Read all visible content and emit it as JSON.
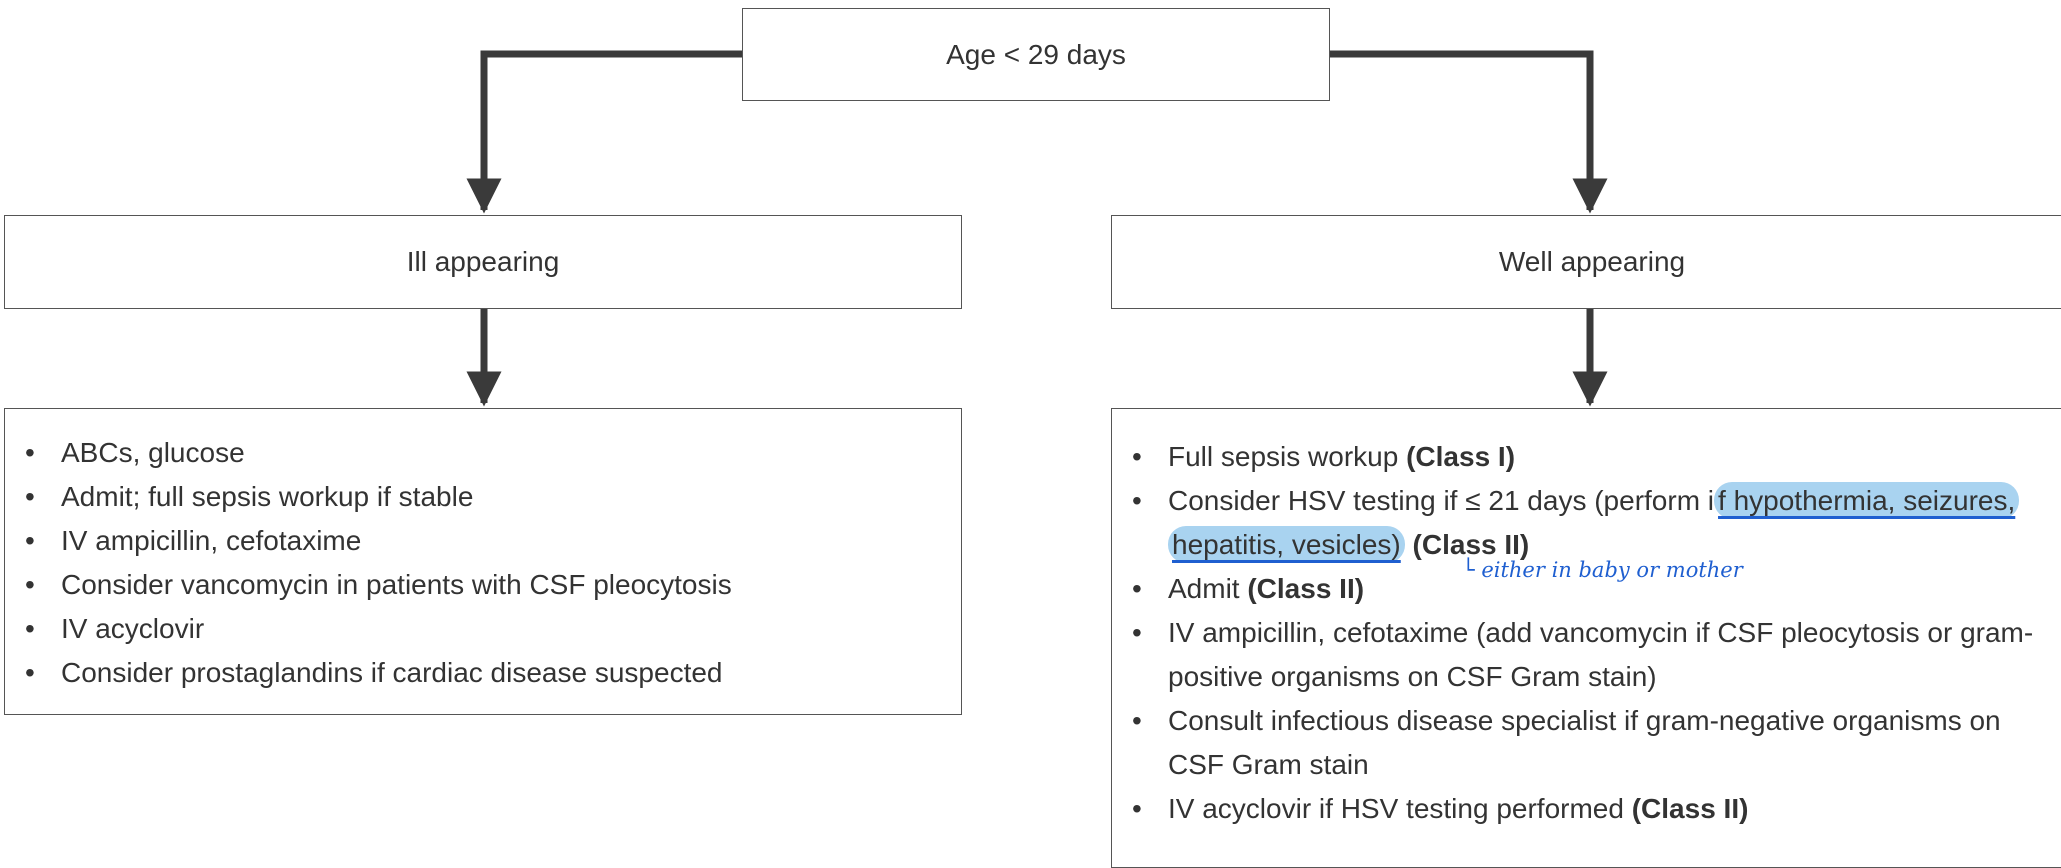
{
  "root": {
    "label": "Age < 29 days"
  },
  "ill": {
    "label": "Ill appearing",
    "items": [
      {
        "text": "ABCs, glucose"
      },
      {
        "text": "Admit; full sepsis workup if stable"
      },
      {
        "text": "IV ampicillin, cefotaxime"
      },
      {
        "text": "Consider vancomycin in patients with CSF pleocytosis"
      },
      {
        "text": "IV acyclovir"
      },
      {
        "text": "Consider prostaglandins if cardiac disease suspected"
      }
    ]
  },
  "well": {
    "label": "Well appearing",
    "items": [
      {
        "text": "Full sepsis workup ",
        "cls": "(Class I)"
      },
      {
        "pre": "Consider HSV testing if ≤ 21 days (perform i",
        "highlight": "f hypothermia, seizures, hepatitis, vesicles)",
        "post": " ",
        "cls": "(Class II)"
      },
      {
        "text": "Admit ",
        "cls": "(Class II)"
      },
      {
        "text": "IV ampicillin, cefotaxime (add vancomycin if CSF pleocytosis or gram-positive organisms on CSF Gram stain)"
      },
      {
        "text": "Consult infectious disease specialist if gram-negative organisms on CSF Gram stain"
      },
      {
        "text": "IV acyclovir if HSV testing performed ",
        "cls": "(Class II)"
      }
    ]
  },
  "annotation": {
    "text": "└ either in baby or mother"
  },
  "colors": {
    "connector": "#3a3a3a",
    "highlight": "#a9d3f0",
    "ink": "#1f5fd0"
  }
}
